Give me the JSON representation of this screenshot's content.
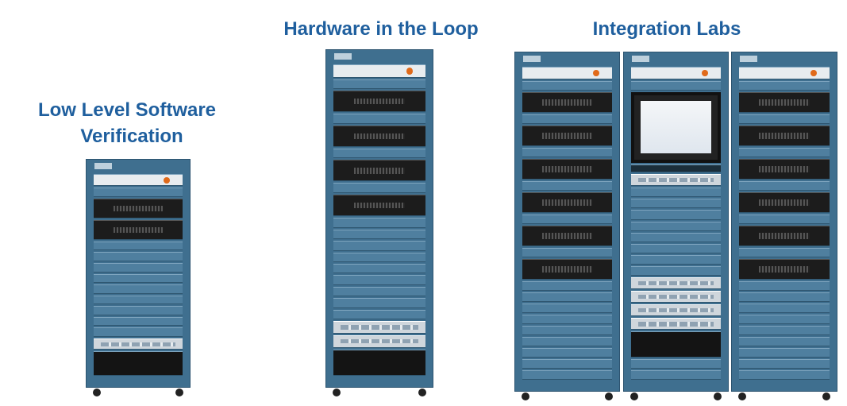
{
  "labels": {
    "low_level": "Low Level Software Verification",
    "low_level_line1": "Low Level Software",
    "low_level_line2": "Verification",
    "hil": "Hardware in the Loop",
    "integration": "Integration Labs"
  },
  "colors": {
    "title": "#1f5f9e",
    "rack": "#3f6f8f"
  }
}
